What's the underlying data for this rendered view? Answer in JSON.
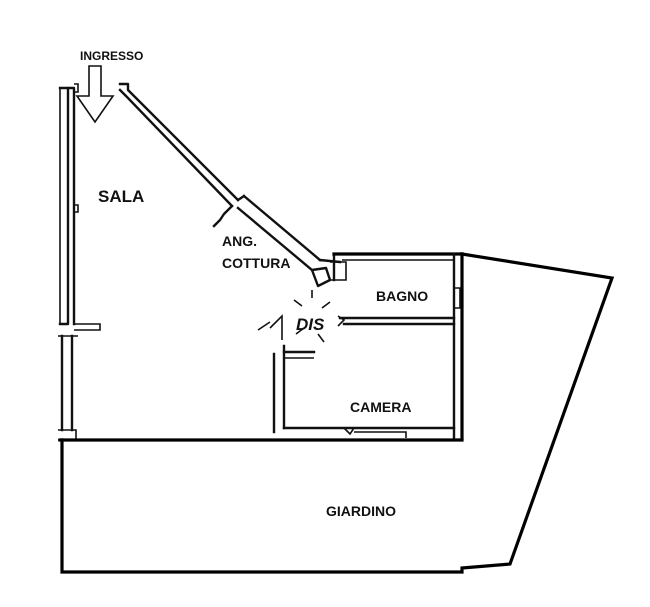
{
  "floorplan": {
    "labels": {
      "entrance": "INGRESSO",
      "living_room": "SALA",
      "kitchenette_line1": "ANG.",
      "kitchenette_line2": "COTTURA",
      "bathroom": "BAGNO",
      "closet": "DIS",
      "bedroom": "CAMERA",
      "garden": "GIARDINO"
    },
    "colors": {
      "line": "#111111",
      "background": "#ffffff"
    }
  }
}
